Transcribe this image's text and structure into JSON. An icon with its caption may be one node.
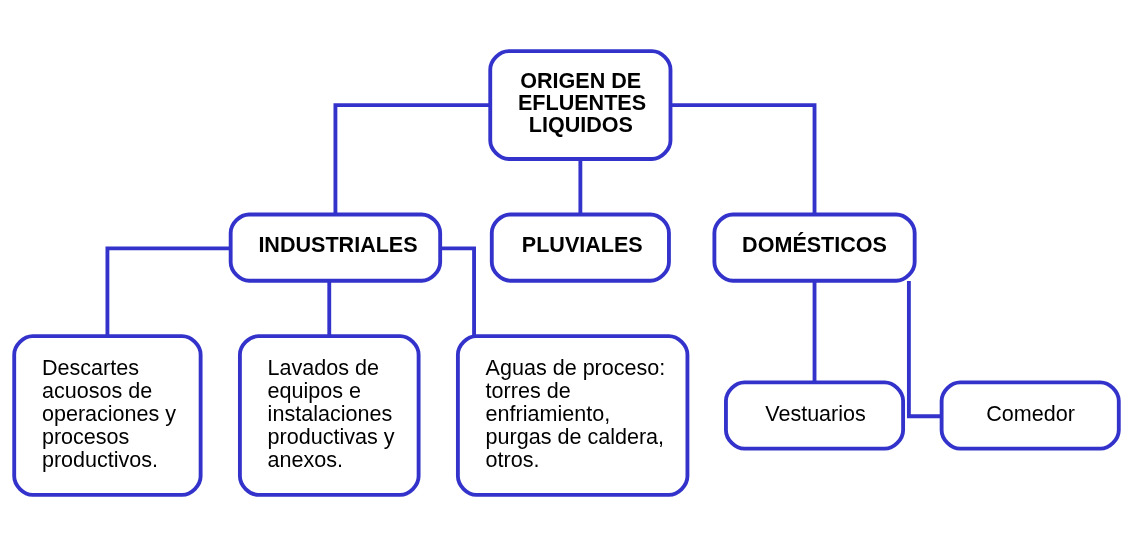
{
  "diagram": {
    "nodes": [
      {
        "text": [
          "ORIGEN DE EFLUENTES LIQUIDOS"
        ]
      },
      {
        "text": [
          "INDUSTRIALES"
        ]
      },
      {
        "text": [
          "PLUVIALES"
        ]
      },
      {
        "text": [
          "DOMÉSTICOS"
        ]
      },
      {
        "text": [
          "Descartes acuosos de operaciones y procesos productivos."
        ]
      },
      {
        "text": [
          "Lavados de equipos e instalaciones productivas y anexos."
        ]
      },
      {
        "text": [
          "Aguas de proceso: torres de enfriamiento, purgas de caldera, otros."
        ]
      },
      {
        "text": [
          "Vestuarios"
        ]
      },
      {
        "text": [
          "Comedor"
        ]
      }
    ],
    "edges": [
      {
        "from": 0,
        "to": 1,
        "arrow": "none"
      },
      {
        "from": 0,
        "to": 2,
        "arrow": "none"
      },
      {
        "from": 0,
        "to": 3,
        "arrow": "none"
      },
      {
        "from": 1,
        "to": 4,
        "arrow": "none"
      },
      {
        "from": 1,
        "to": 5,
        "arrow": "none"
      },
      {
        "from": 1,
        "to": 6,
        "arrow": "none"
      },
      {
        "from": 3,
        "to": 7,
        "arrow": "none"
      },
      {
        "from": 3,
        "to": 8,
        "arrow": "none"
      }
    ]
  }
}
